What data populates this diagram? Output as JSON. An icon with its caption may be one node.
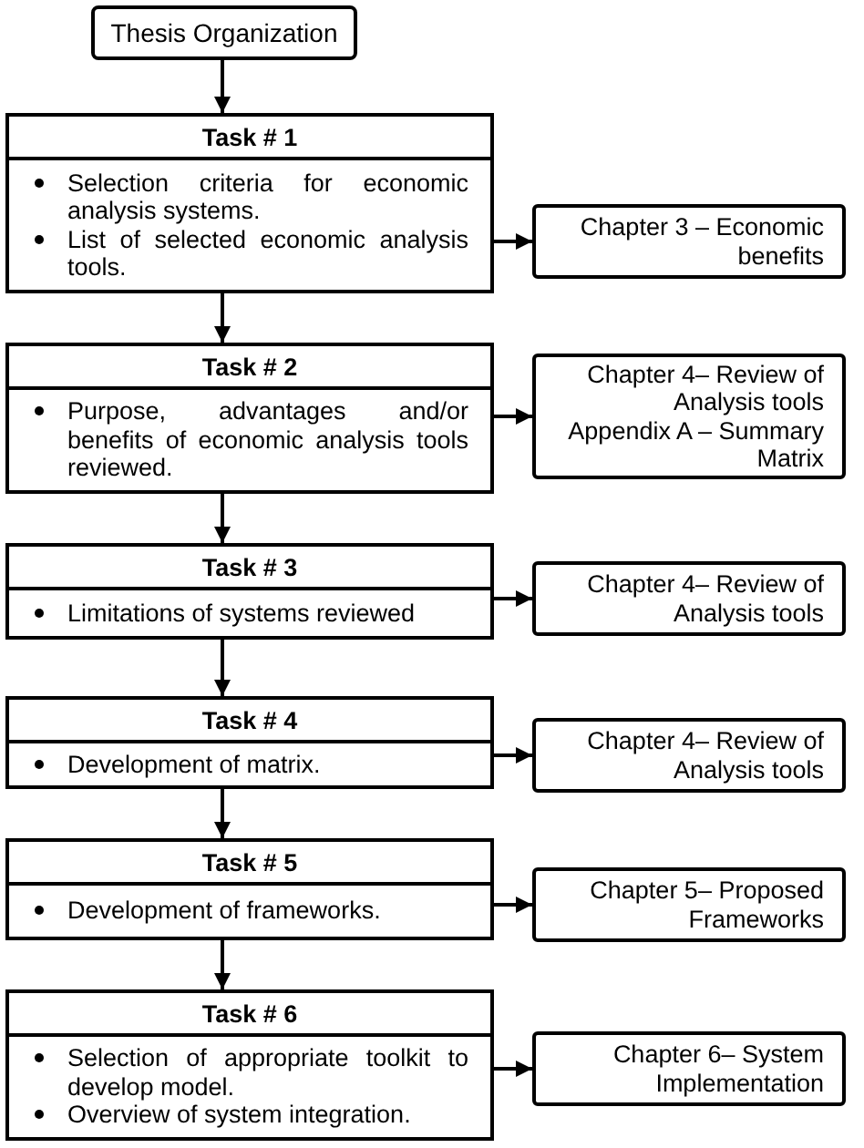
{
  "diagram": {
    "nodes": [
      {
        "text": [
          "Thesis Organization"
        ]
      },
      {
        "text": [
          "Task # 1",
          "Selection criteria for economic analysis systems.",
          "List of selected economic analysis tools."
        ]
      },
      {
        "text": [
          "Chapter 3 – Economic benefits"
        ]
      },
      {
        "text": [
          "Task # 2",
          "Purpose, advantages and/or benefits of economic analysis tools reviewed."
        ]
      },
      {
        "text": [
          "Chapter 4– Review of Analysis tools",
          "Appendix A – Summary Matrix"
        ]
      },
      {
        "text": [
          "Task # 3",
          "Limitations of systems reviewed"
        ]
      },
      {
        "text": [
          "Chapter 4– Review of Analysis tools"
        ]
      },
      {
        "text": [
          "Task # 4",
          "Development of matrix."
        ]
      },
      {
        "text": [
          "Chapter 4– Review of Analysis tools"
        ]
      },
      {
        "text": [
          "Task # 5",
          "Development of frameworks."
        ]
      },
      {
        "text": [
          "Chapter 5– Proposed Frameworks"
        ]
      },
      {
        "text": [
          "Task # 6",
          "Selection of appropriate toolkit to develop model.",
          "Overview of system integration."
        ]
      },
      {
        "text": [
          "Chapter 6– System Implementation"
        ]
      }
    ],
    "edges": [
      {
        "from": 0,
        "to": 1,
        "arrow": "to"
      },
      {
        "from": 1,
        "to": 2,
        "arrow": "to"
      },
      {
        "from": 1,
        "to": 3,
        "arrow": "to"
      },
      {
        "from": 3,
        "to": 4,
        "arrow": "to"
      },
      {
        "from": 3,
        "to": 5,
        "arrow": "to"
      },
      {
        "from": 5,
        "to": 6,
        "arrow": "to"
      },
      {
        "from": 5,
        "to": 7,
        "arrow": "to"
      },
      {
        "from": 7,
        "to": 8,
        "arrow": "to"
      },
      {
        "from": 7,
        "to": 9,
        "arrow": "to"
      },
      {
        "from": 9,
        "to": 10,
        "arrow": "to"
      },
      {
        "from": 9,
        "to": 11,
        "arrow": "to"
      },
      {
        "from": 11,
        "to": 12,
        "arrow": "to"
      }
    ]
  }
}
